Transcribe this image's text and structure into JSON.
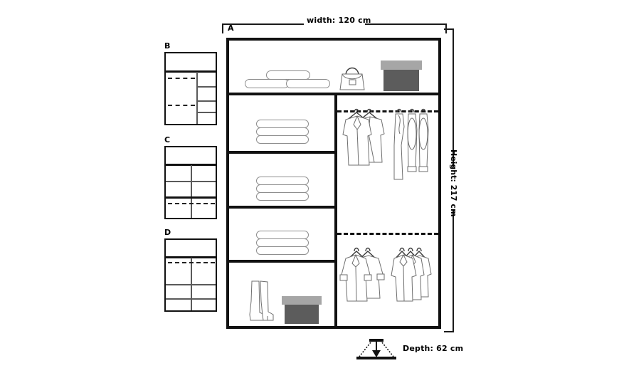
{
  "diagram": {
    "type": "wardrobe-interior-layout",
    "main_unit_label": "A",
    "dimensions": {
      "width_label": "width: 120 cm",
      "height_label": "Height: 217 cm",
      "depth_label": "Depth: 62 cm",
      "width_cm": 120,
      "height_cm": 217,
      "depth_cm": 62
    },
    "option_panels": [
      {
        "label": "B",
        "name": "layout-option-b"
      },
      {
        "label": "C",
        "name": "layout-option-c"
      },
      {
        "label": "D",
        "name": "layout-option-d"
      }
    ],
    "main_unit": {
      "compartments": [
        {
          "name": "top-shelf",
          "contents": [
            "rolled-bedding",
            "handbag",
            "storage-box"
          ]
        },
        {
          "name": "left-shelf-1",
          "contents": [
            "folded-clothes-stack"
          ]
        },
        {
          "name": "left-shelf-2",
          "contents": [
            "folded-clothes-stack"
          ]
        },
        {
          "name": "left-shelf-3",
          "contents": [
            "folded-clothes-stack"
          ]
        },
        {
          "name": "left-shelf-4",
          "contents": [
            "boots",
            "shoe-box"
          ]
        },
        {
          "name": "right-upper-rail",
          "contents": [
            "blazers",
            "trousers"
          ]
        },
        {
          "name": "right-lower-rail",
          "contents": [
            "coats",
            "shirts"
          ]
        }
      ]
    }
  },
  "colors": {
    "outline": "#111111",
    "box_body": "#5c5c5c",
    "box_lid": "#a6a6a6",
    "item_stroke": "#6f6f6f"
  }
}
